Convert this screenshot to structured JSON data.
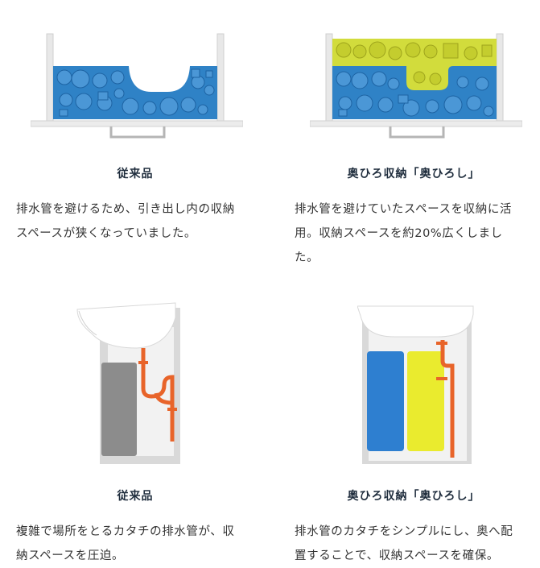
{
  "items": [
    {
      "title": "従来品",
      "desc_lines": [
        "排水管を避けるため、引き出し内の収納",
        "スペースが狭くなっていました。"
      ]
    },
    {
      "title": "奥ひろ収納「奥ひろし」",
      "desc_lines": [
        "排水管を避けていたスペースを収納に活",
        "用。収納スペースを約20%広くしまし",
        "た。"
      ]
    },
    {
      "title": "従来品",
      "desc_lines": [
        "複雑で場所をとるカタチの排水管が、収",
        "納スペースを圧迫。"
      ]
    },
    {
      "title": "奥ひろ収納「奥ひろし」",
      "desc_lines": [
        "排水管のカタチをシンプルにし、奥へ配",
        "置することで、収納スペースを確保。"
      ]
    }
  ],
  "colors": {
    "blue": "#2f82c6",
    "yellow": "#d2dc3c",
    "pipe": "#e8642a",
    "cabinet": "#e4e4e4",
    "tank_gray": "#8c8c8c",
    "tank_blue": "#2e7fd0",
    "tank_yellow": "#eaeb2e"
  }
}
